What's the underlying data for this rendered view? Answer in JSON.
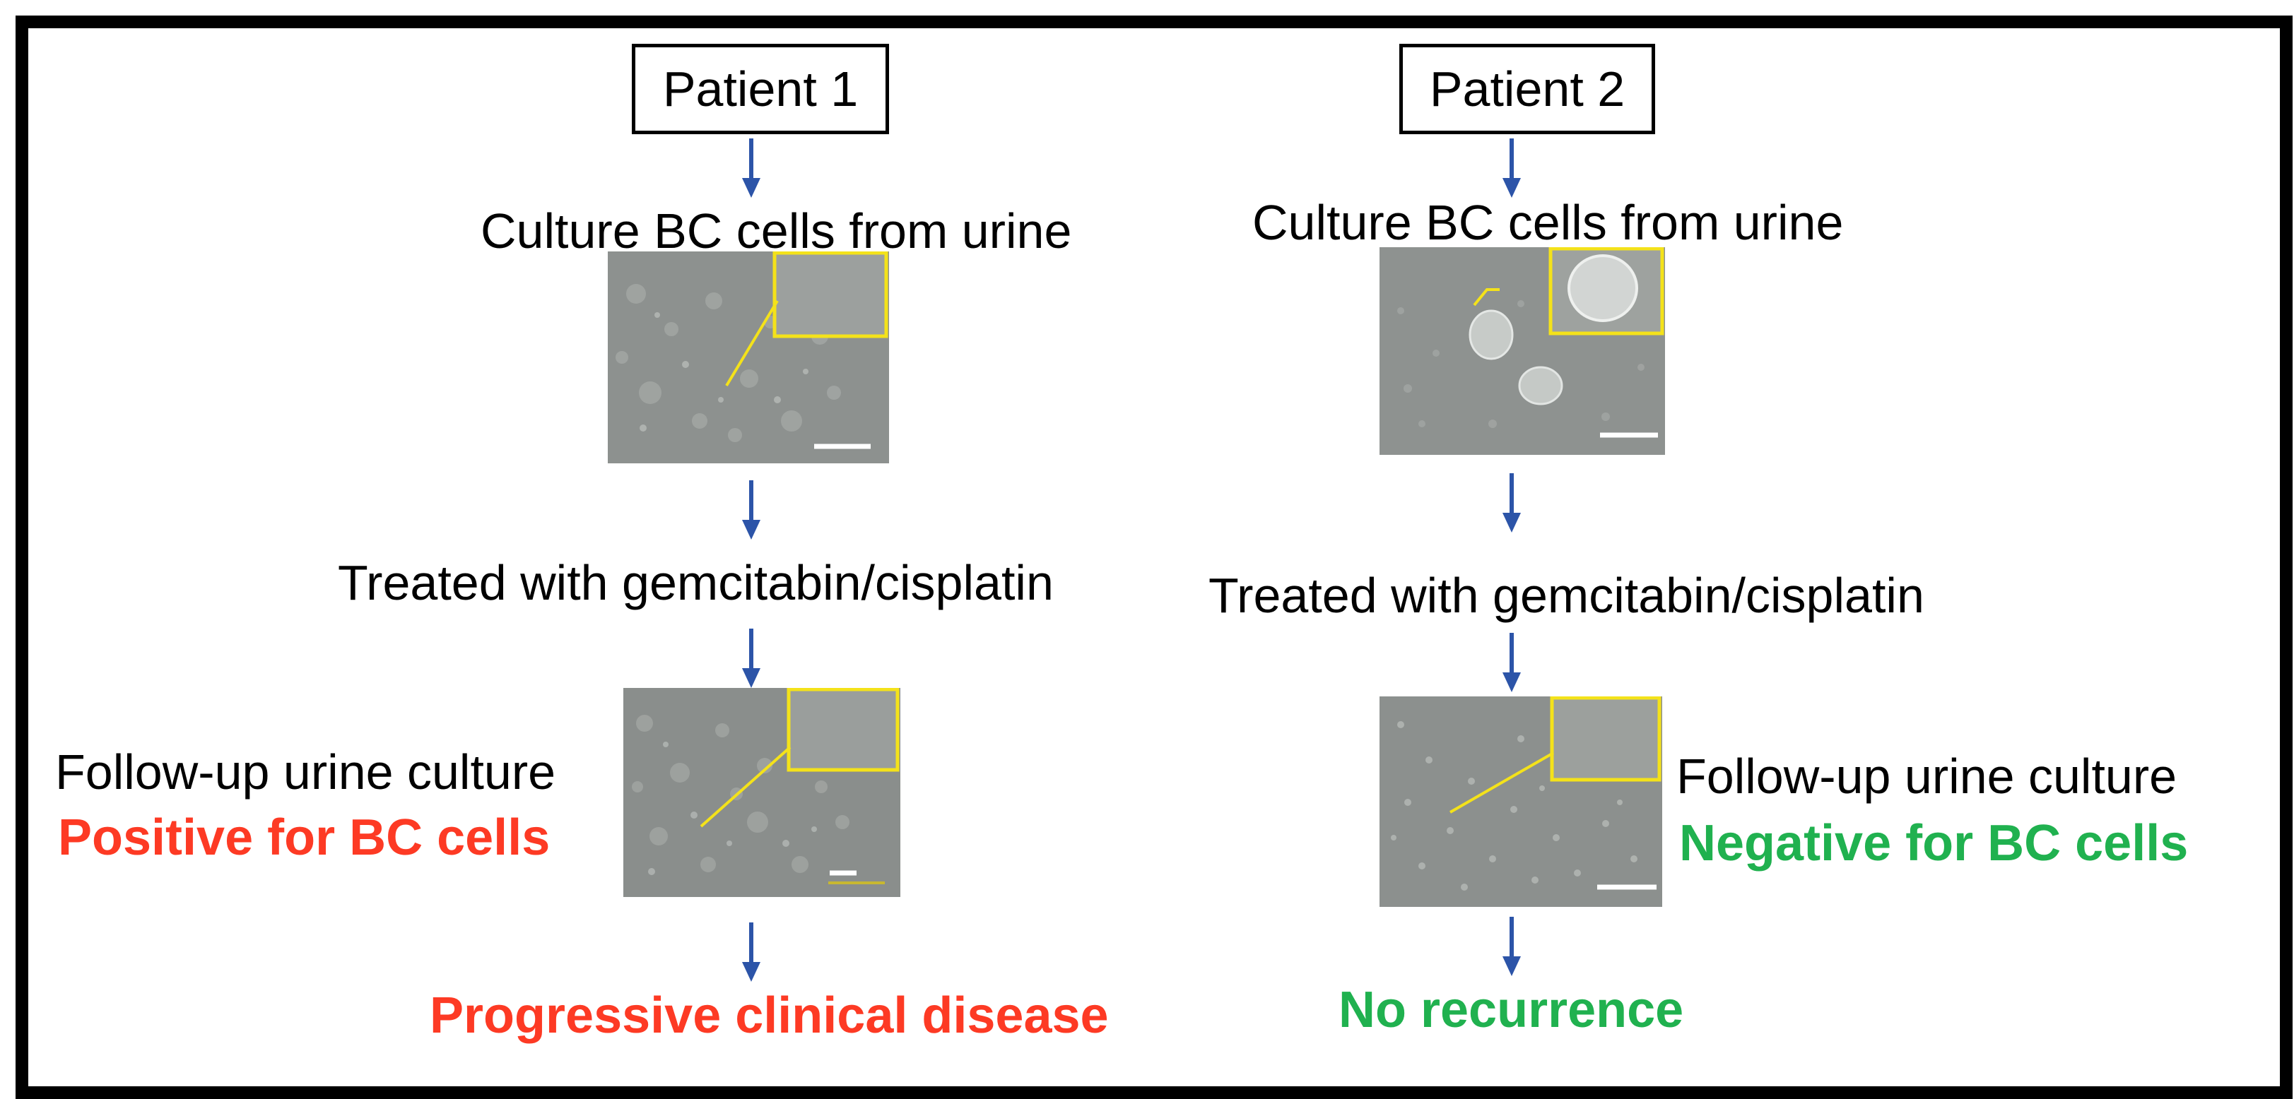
{
  "patient1": {
    "label": "Patient 1",
    "step_culture": "Culture BC cells from urine",
    "step_treatment": "Treated with gemcitabin/cisplatin",
    "followup_label": "Follow-up urine culture",
    "followup_result": "Positive for BC cells",
    "outcome": "Progressive clinical disease",
    "result_color": "#fd3a24"
  },
  "patient2": {
    "label": "Patient 2",
    "step_culture": "Culture BC cells from urine",
    "step_treatment": "Treated with gemcitabin/cisplatin",
    "followup_label": "Follow-up urine culture",
    "followup_result": "Negative for BC cells",
    "outcome": "No recurrence",
    "result_color": "#20b14f"
  },
  "colors": {
    "arrow": "#2c54a8",
    "inset_border": "#f4e21a",
    "scale_bar": "#ffffff"
  },
  "icons": {
    "arrow": "down-arrow-icon",
    "micrograph": "cell-culture-micrograph"
  }
}
